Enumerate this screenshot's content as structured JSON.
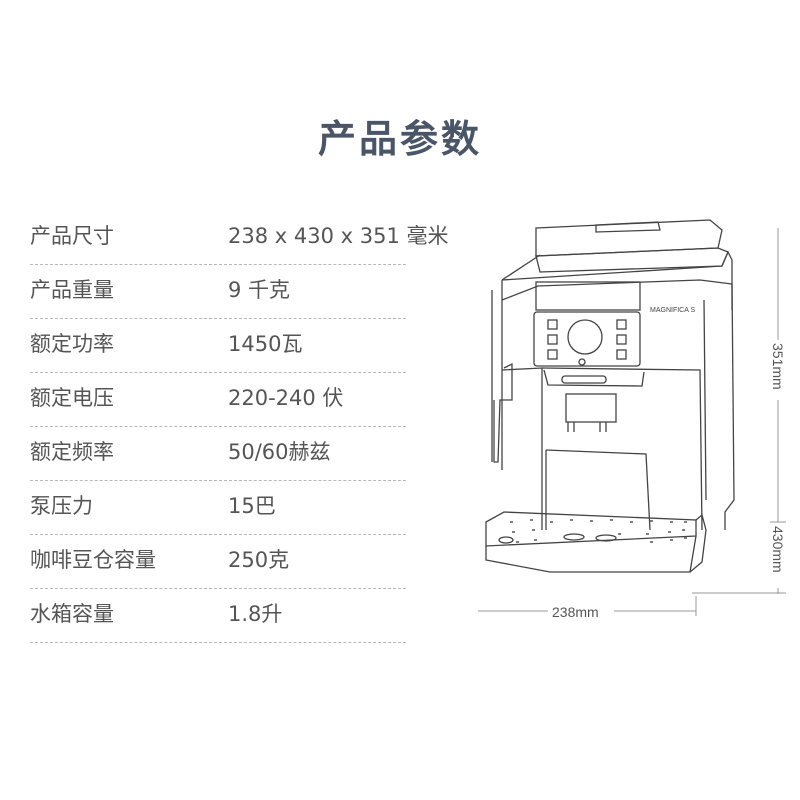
{
  "page": {
    "title": "产品参数"
  },
  "specs": [
    {
      "label": "产品尺寸",
      "value": "238 x 430 x 351 毫米"
    },
    {
      "label": "产品重量",
      "value": "9 千克"
    },
    {
      "label": "额定功率",
      "value": "1450瓦"
    },
    {
      "label": "额定电压",
      "value": "220-240 伏"
    },
    {
      "label": "额定频率",
      "value": "50/60赫兹"
    },
    {
      "label": "泵压力",
      "value": "15巴"
    },
    {
      "label": "咖啡豆仓容量",
      "value": "250克"
    },
    {
      "label": "水箱容量",
      "value": " 1.8升"
    }
  ],
  "drawing": {
    "subject": "espresso machine line drawing",
    "brand_mark": "MAGNIFICA S",
    "dimensions": {
      "height_upper": "351mm",
      "height_lower": "430mm",
      "width": "238mm"
    }
  }
}
